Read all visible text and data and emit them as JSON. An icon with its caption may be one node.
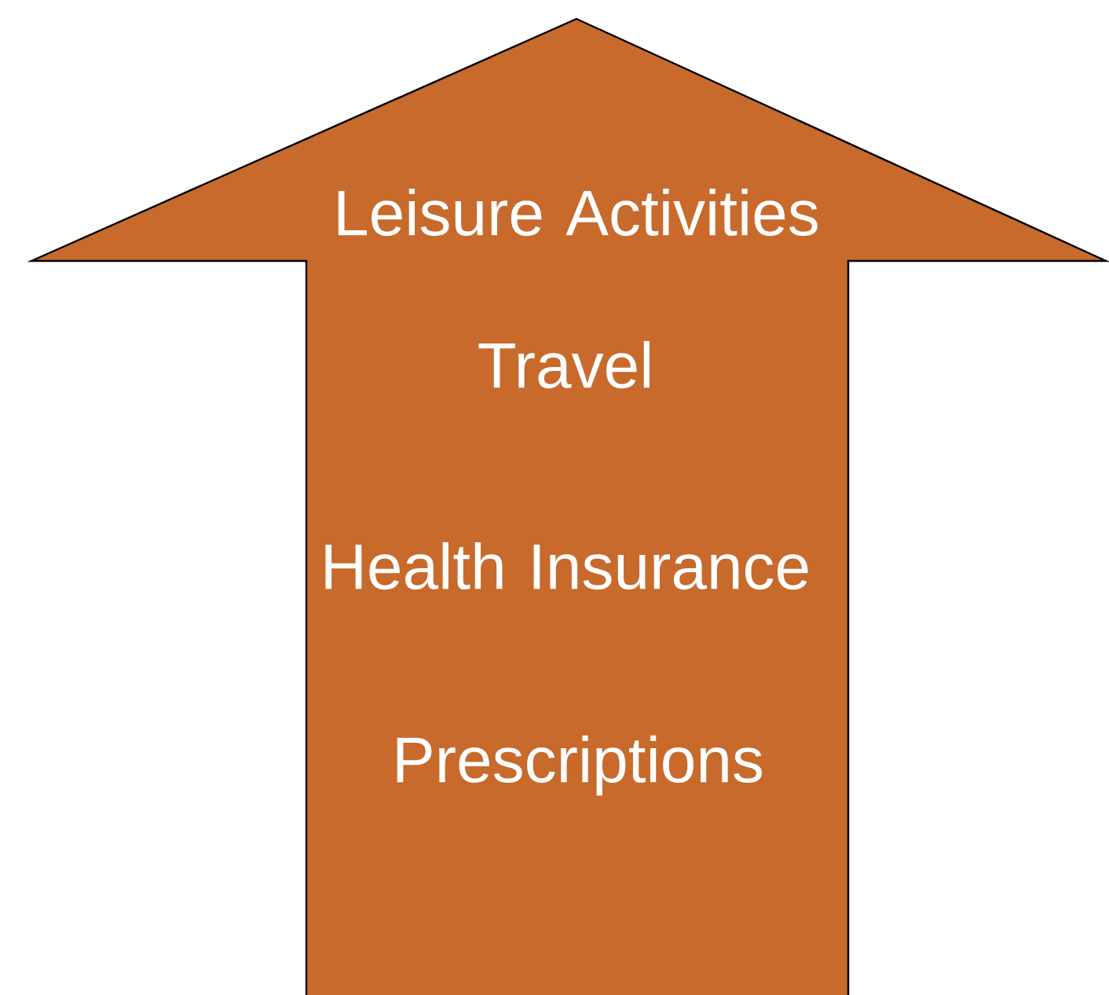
{
  "diagram": {
    "nodes": [
      {
        "text": [
          "Leisure Activities",
          "Travel",
          "Health Insurance",
          "Prescriptions"
        ]
      }
    ]
  }
}
